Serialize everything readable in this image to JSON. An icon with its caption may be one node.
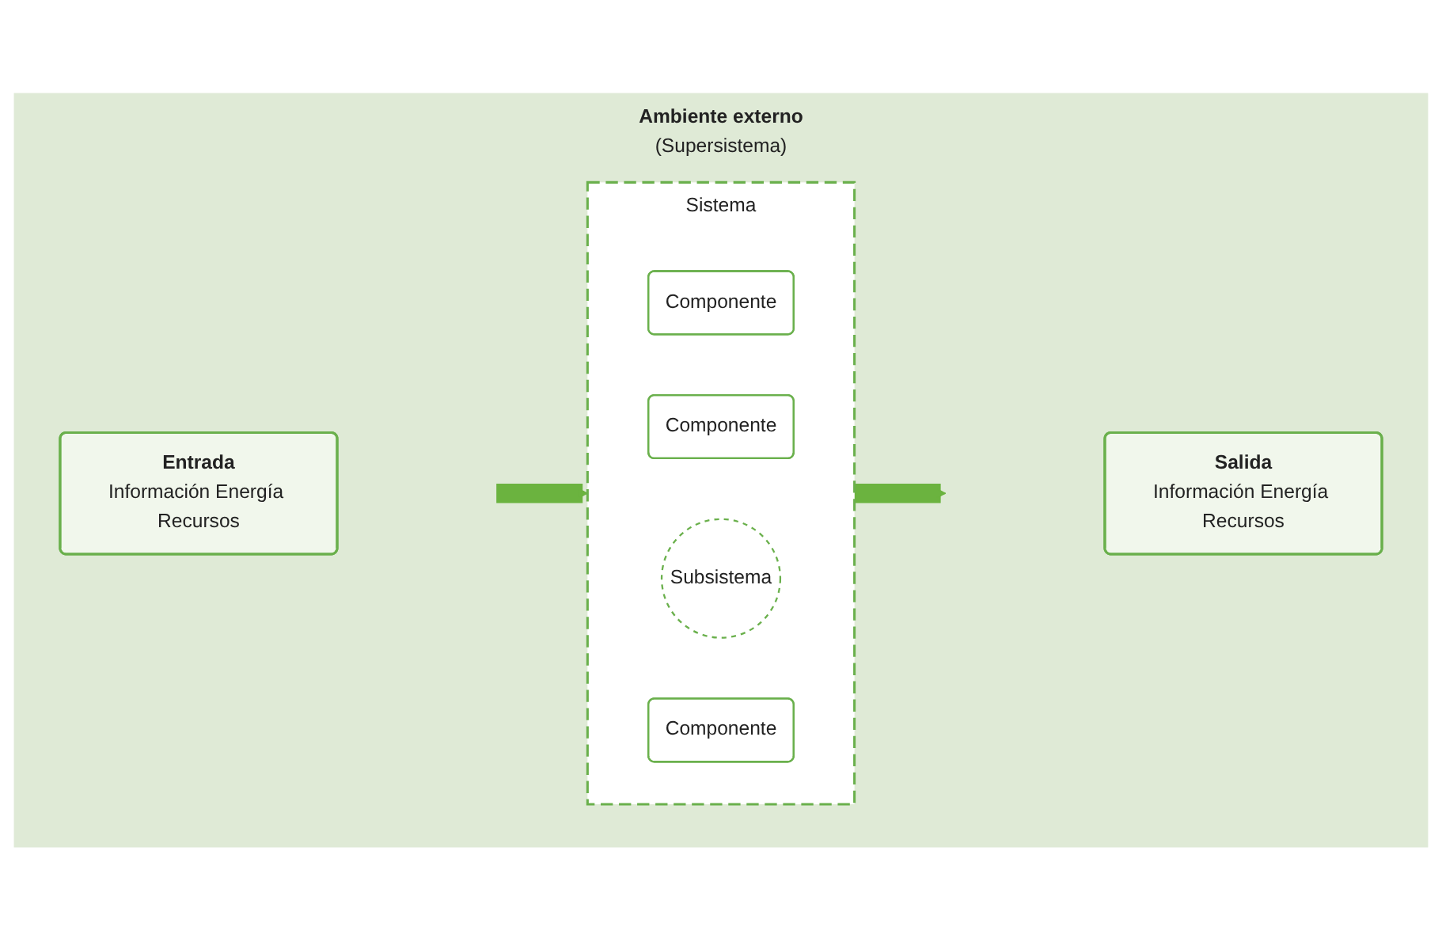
{
  "diagram": {
    "nodes": [
      {
        "text": [
          "Ambiente externo",
          "(Supersistema)"
        ]
      },
      {
        "text": [
          "Sistema"
        ],
        "in": 0
      },
      {
        "text": [
          "Componente"
        ],
        "in": 1
      },
      {
        "text": [
          "Componente"
        ],
        "in": 1
      },
      {
        "text": [
          "Subsistema"
        ],
        "in": 1
      },
      {
        "text": [
          "Componente"
        ],
        "in": 1
      },
      {
        "text": [
          "Entrada",
          "Información Energía Recursos"
        ],
        "in": 0
      },
      {
        "text": [
          "Salida",
          "Información Energía Recursos"
        ],
        "in": 0
      }
    ],
    "edges": [
      {
        "from": null,
        "to": 1,
        "arrow": "to"
      },
      {
        "from": 1,
        "to": null,
        "arrow": "to"
      }
    ]
  }
}
